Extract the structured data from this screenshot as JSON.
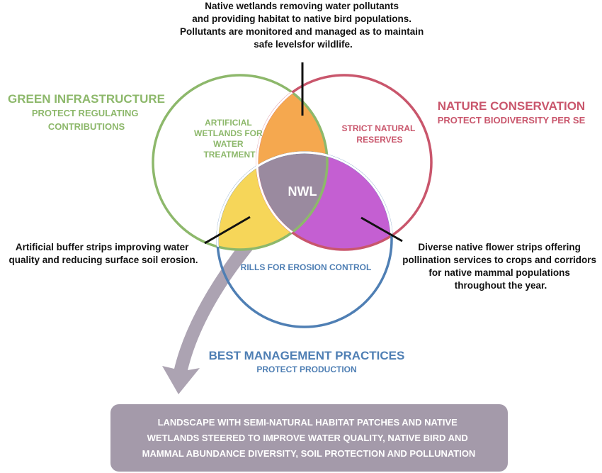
{
  "top_annotation": {
    "lines": [
      "Native wetlands removing water pollutants",
      "and providing habitat to native bird populations.",
      "Pollutants are monitored and managed as to maintain",
      "safe levelsfor wildlife."
    ]
  },
  "left_annotation": {
    "lines": [
      "Artificial buffer strips improving water",
      "quality and reducing surface soil erosion."
    ]
  },
  "right_annotation": {
    "lines": [
      "Diverse native flower strips offering",
      "pollination services to crops and corridors",
      "for native mammal populations",
      "throughout the year."
    ]
  },
  "green_infrastructure": {
    "title": "GREEN INFRASTRUCTURE",
    "subtitle_lines": [
      "PROTECT REGULATING",
      "CONTRIBUTIONS"
    ],
    "circle_lines": [
      "ARTIFICIAL",
      "WETLANDS FOR",
      "WATER",
      "TREATMENT"
    ],
    "color": "#8db86b"
  },
  "nature_conservation": {
    "title": "NATURE CONSERVATION",
    "subtitle": "PROTECT BIODIVERSITY PER SE",
    "circle_lines": [
      "STRICT NATURAL",
      "RESERVES"
    ],
    "color": "#c9566c"
  },
  "best_management": {
    "title": "BEST MANAGEMENT PRACTICES",
    "subtitle": "PROTECT PRODUCTION",
    "circle_label": "RILLS FOR EROSION CONTROL",
    "color": "#4f7fb4"
  },
  "center": {
    "label": "NWL",
    "color": "#9a8a9f"
  },
  "regions": {
    "green_red": "#f5a84f",
    "green_blue": "#f6d659",
    "red_blue": "#c45fd2"
  },
  "bottom_box": {
    "lines": [
      "LANDSCAPE WITH SEMI-NATURAL HABITAT PATCHES AND NATIVE",
      "WETLANDS STEERED TO IMPROVE WATER QUALITY, NATIVE BIRD AND",
      "MAMMAL ABUNDANCE DIVERSITY, SOIL PROTECTION AND POLLUNATION"
    ],
    "color": "#a49aaa"
  },
  "arrow_color": "#aca3b2"
}
